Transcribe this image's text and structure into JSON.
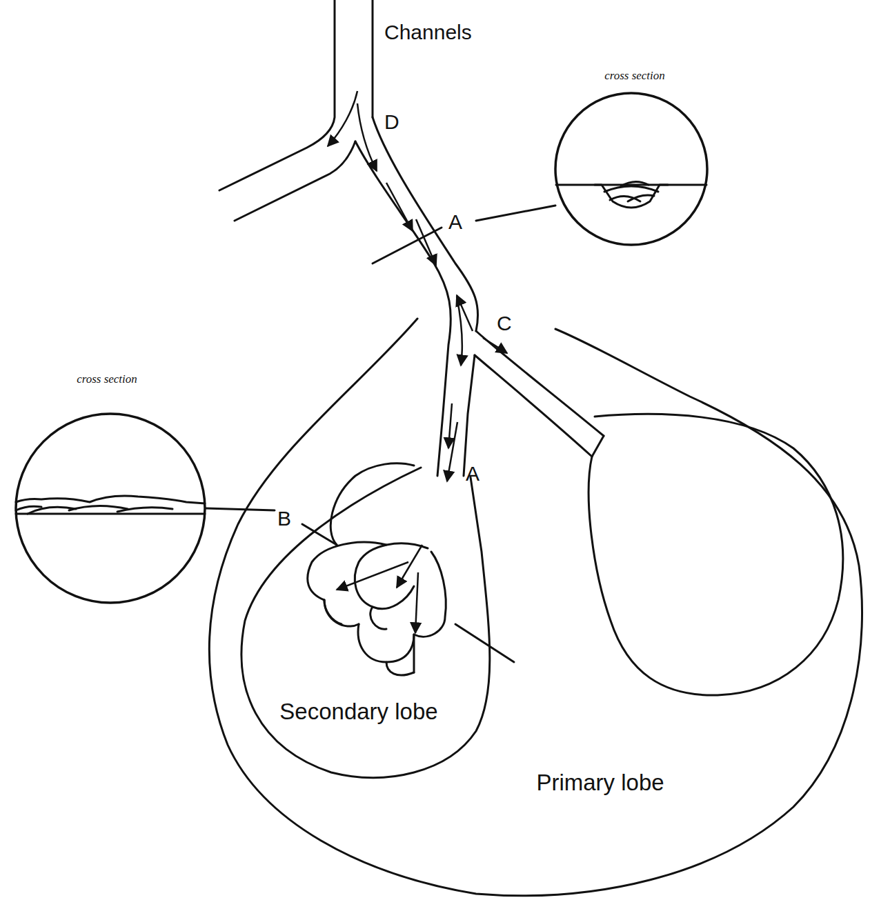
{
  "diagram": {
    "nodes": [
      {
        "text": [
          "cross section"
        ]
      },
      {
        "text": [
          "cross section"
        ]
      },
      {
        "text": [
          "Primary lobe"
        ]
      },
      {
        "text": [
          "Secondary lobe"
        ],
        "in": 2
      }
    ],
    "labels": [
      "Channels",
      "D",
      "A",
      "C",
      "A",
      "B"
    ]
  }
}
